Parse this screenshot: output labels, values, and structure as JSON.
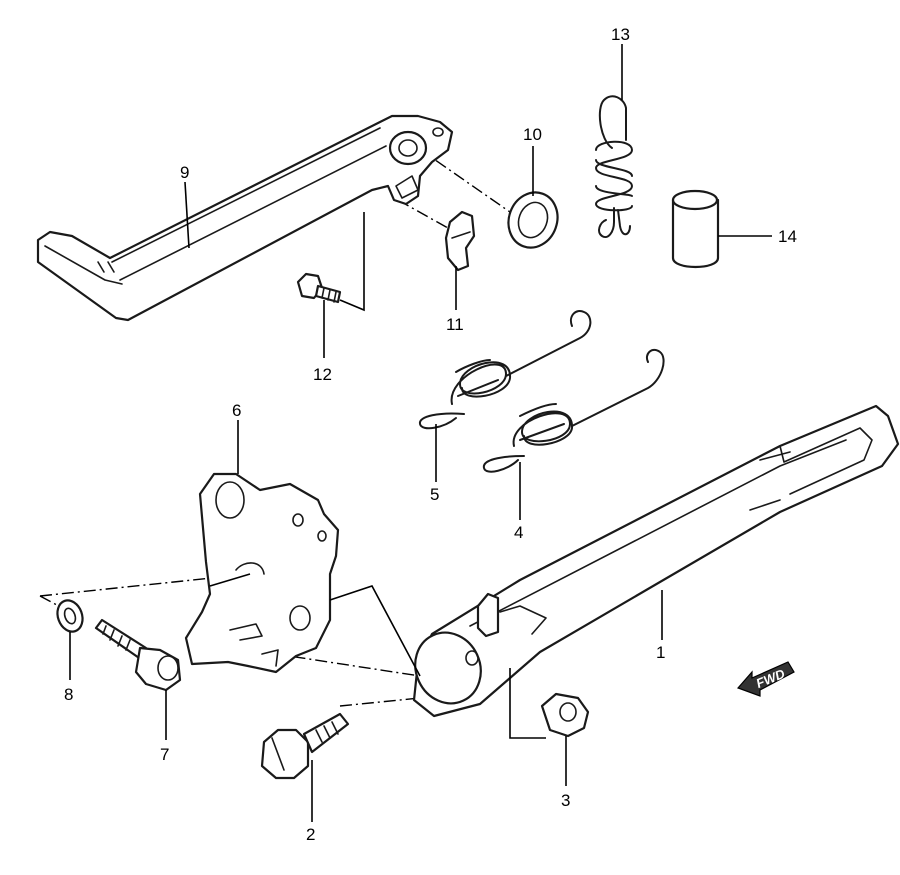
{
  "callouts": {
    "p1": "1",
    "p2": "2",
    "p3": "3",
    "p4": "4",
    "p5": "5",
    "p6": "6",
    "p7": "7",
    "p8": "8",
    "p9": "9",
    "p10": "10",
    "p11": "11",
    "p12": "12",
    "p13": "13",
    "p14": "14"
  },
  "fwd_label": "FWD"
}
